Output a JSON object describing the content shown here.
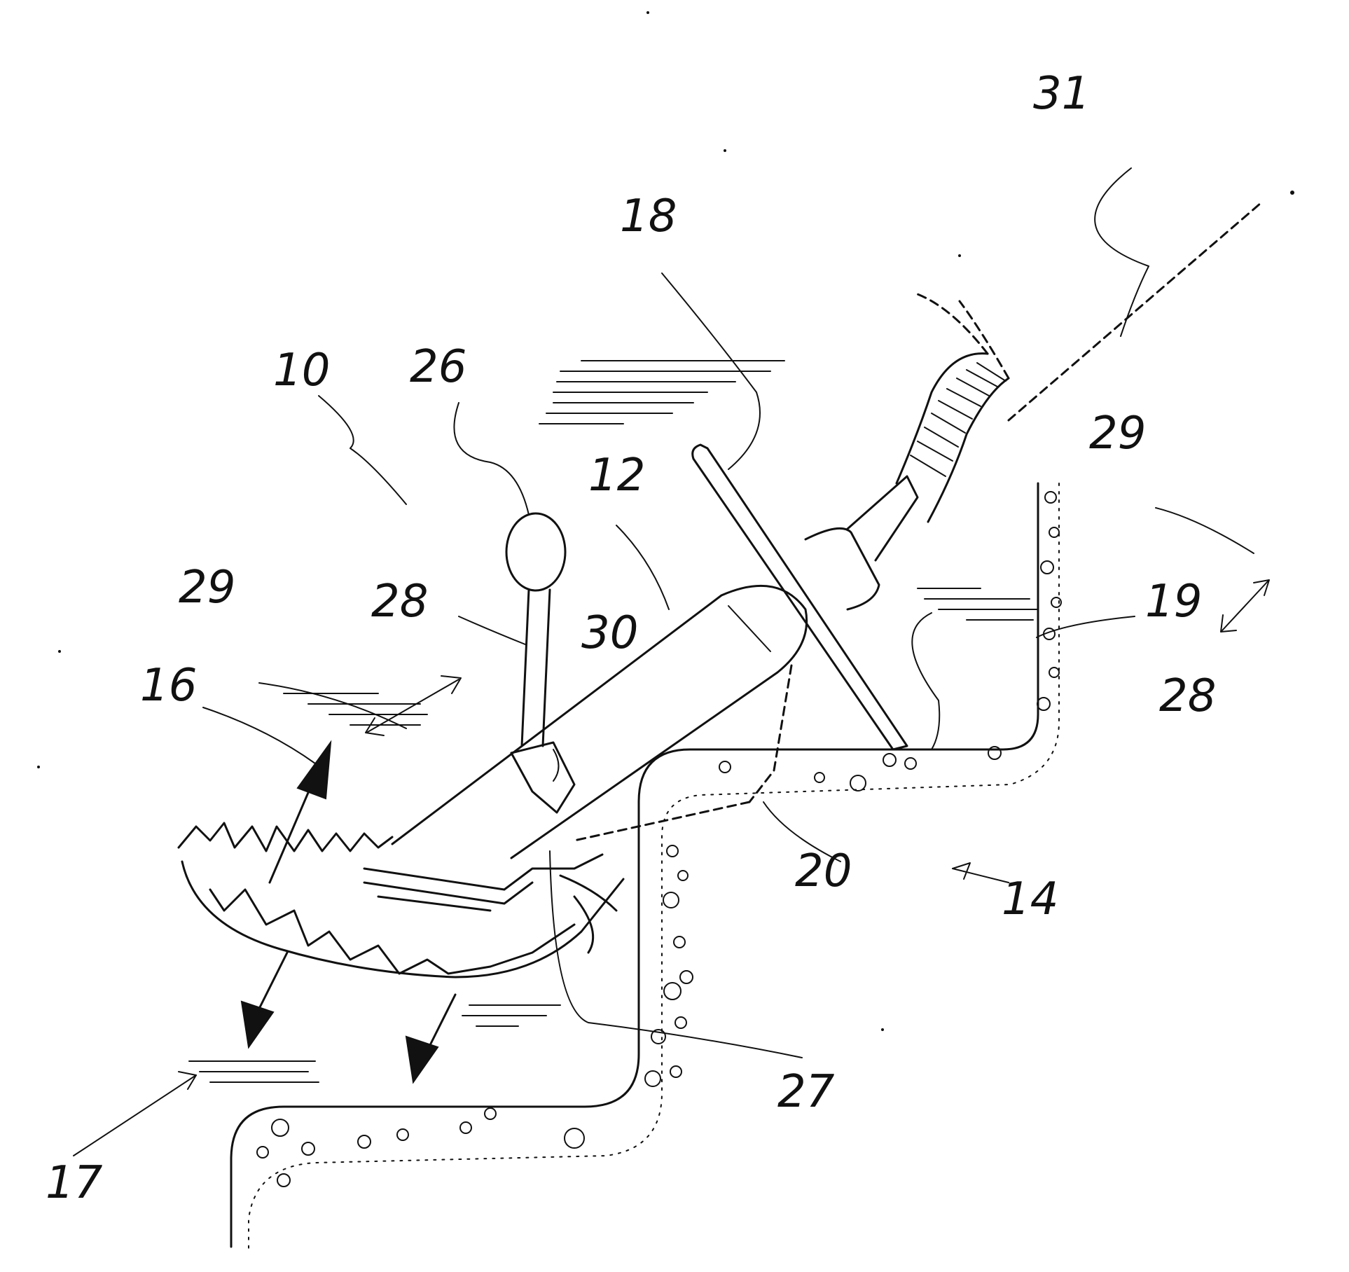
{
  "figure": {
    "reference_numerals": [
      "31",
      "18",
      "10",
      "26",
      "12",
      "29",
      "28",
      "30",
      "16",
      "29",
      "19",
      "28",
      "20",
      "14",
      "27",
      "17"
    ]
  }
}
